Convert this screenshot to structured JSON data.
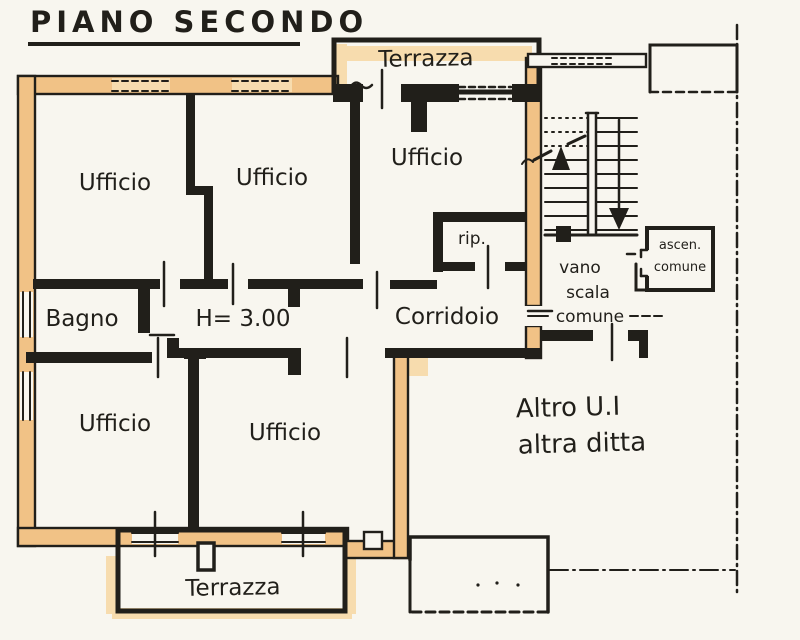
{
  "title": "PIANO SECONDO",
  "colors": {
    "paper": "#f8f6ef",
    "ink": "#211f1a",
    "highlight": "#f1c286",
    "highlight_light": "#f7dcae"
  },
  "rooms": {
    "terrazza_top": "Terrazza",
    "ufficio_top_left": "Ufficio",
    "ufficio_top_center": "Ufficio",
    "ufficio_top_right": "Ufficio",
    "bagno": "Bagno",
    "corridoio": "Corridoio",
    "ripostiglio": "rip.",
    "ufficio_bottom_left": "Ufficio",
    "ufficio_bottom_center": "Ufficio",
    "terrazza_bottom": "Terrazza"
  },
  "annotations": {
    "ceiling_height": "H= 3.00",
    "stairwell_line1": "vano",
    "stairwell_line2": "scala",
    "stairwell_line3": "comune",
    "elevator_line1": "ascen.",
    "elevator_line2": "comune",
    "other_unit_line1": "Altro U.I",
    "other_unit_line2": "altra ditta"
  }
}
